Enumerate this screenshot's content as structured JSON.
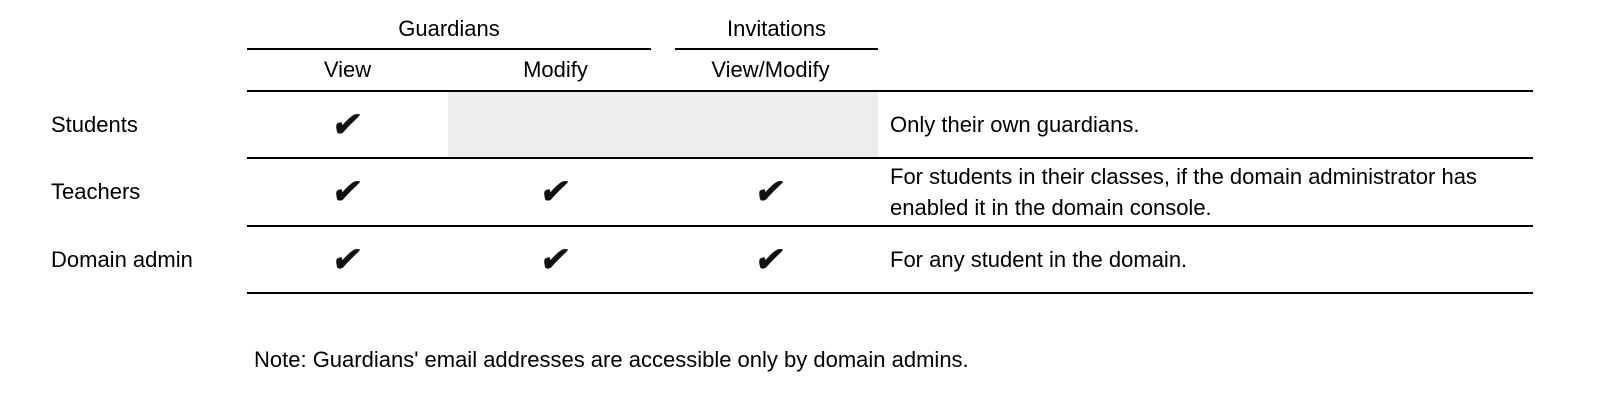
{
  "table": {
    "groups": [
      {
        "label": "Guardians"
      },
      {
        "label": "Invitations"
      }
    ],
    "columns": [
      {
        "label": "View"
      },
      {
        "label": "Modify"
      },
      {
        "label": "View/Modify"
      }
    ],
    "rows": [
      {
        "label": "Students",
        "checks": {
          "view": "✔",
          "modify": "",
          "view_modify": ""
        },
        "modify_disabled": true,
        "note": "Only their own guardians."
      },
      {
        "label": "Teachers",
        "checks": {
          "view": "✔",
          "modify": "✔",
          "view_modify": "✔"
        },
        "modify_disabled": false,
        "note": "For students in their classes, if the domain administrator has enabled it in the domain console."
      },
      {
        "label": "Domain admin",
        "checks": {
          "view": "✔",
          "modify": "✔",
          "view_modify": "✔"
        },
        "modify_disabled": false,
        "note": "For any student in the domain."
      }
    ]
  },
  "footer_note": "Note: Guardians' email addresses are accessible only by domain admins.",
  "colors": {
    "disabled_cell": "#ededed",
    "rule": "#000000",
    "text": "#000000",
    "check": "#111111",
    "background": "#ffffff"
  }
}
